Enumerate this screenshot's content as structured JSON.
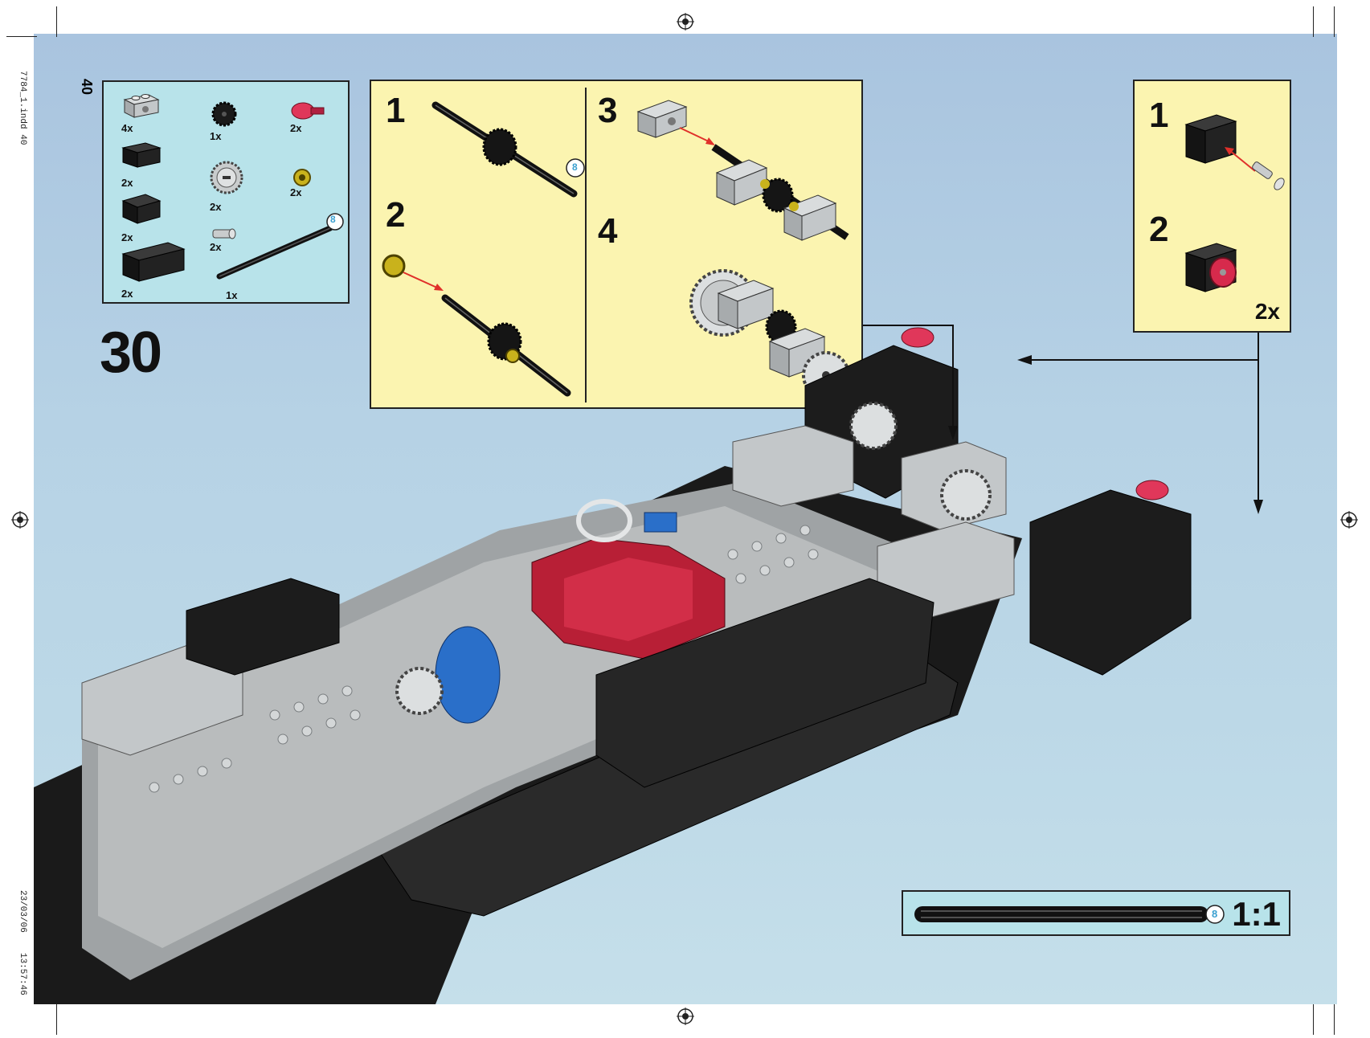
{
  "slug": {
    "file": "7784_1.indd   40",
    "date": "23/03/06",
    "time": "13:57:46"
  },
  "page_number": "40",
  "step_number": "30",
  "parts_list": [
    {
      "qty": "4x",
      "part": "light gray technic brick"
    },
    {
      "qty": "1x",
      "part": "black gear"
    },
    {
      "qty": "2x",
      "part": "red wheel hub"
    },
    {
      "qty": "2x",
      "part": "black brick 1x2"
    },
    {
      "qty": "2x",
      "part": "gray gear"
    },
    {
      "qty": "2x",
      "part": "yellow bush"
    },
    {
      "qty": "2x",
      "part": "black brick 2x2"
    },
    {
      "qty": "2x",
      "part": "gray pin"
    },
    {
      "qty": "2x",
      "part": "black brick 2x4"
    },
    {
      "qty": "1x",
      "part": "black axle 8"
    }
  ],
  "axle_length_badge": "8",
  "sub_assembly_left": {
    "steps": [
      "1",
      "2",
      "3",
      "4"
    ],
    "badge": "8"
  },
  "sub_assembly_right": {
    "steps": [
      "1",
      "2"
    ],
    "multiplier": "2x"
  },
  "scale_callout": {
    "badge": "8",
    "label": "1:1"
  },
  "colors": {
    "background": "#b6d2e5",
    "parts_box": "#b8e3ea",
    "sub_box": "#fbf4b0",
    "black_brick": "#1c1c1c",
    "gray_brick": "#b9bcbd",
    "red_part": "#c8203a",
    "blue_part": "#2a6fc9",
    "arrow_red": "#e0302a"
  }
}
